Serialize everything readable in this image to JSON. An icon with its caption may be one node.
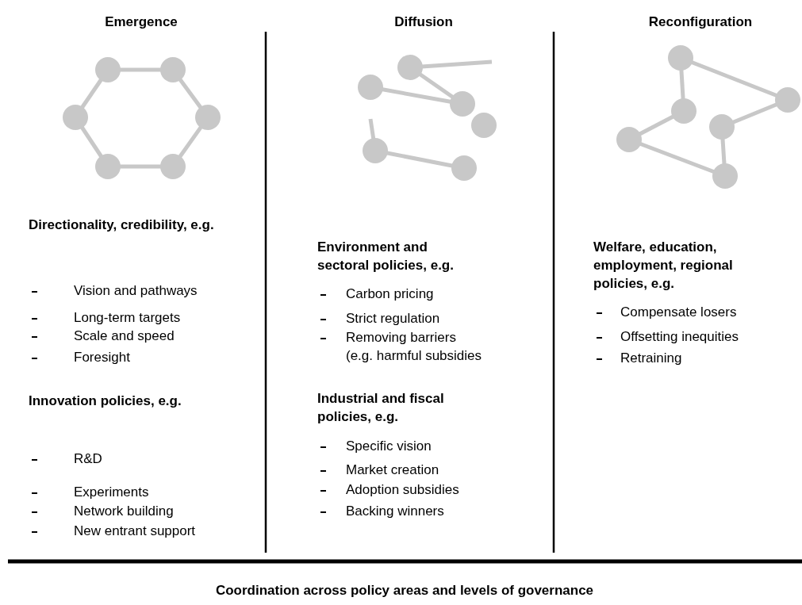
{
  "diagram": {
    "labels": [
      "Emergence",
      "Diffusion",
      "Reconfiguration",
      "Directionality, credibility, e.g.",
      "Vision and pathways",
      "Long-term targets",
      "Scale and speed",
      "Foresight",
      "Innovation policies, e.g.",
      "R&D",
      "Experiments",
      "Network building",
      "New entrant support",
      "Environment and sectoral policies, e.g.",
      "Carbon pricing",
      "Strict regulation",
      "Removing barriers (e.g. harmful subsidies",
      "Industrial and fiscal policies, e.g.",
      "Specific vision",
      "Market creation",
      "Adoption subsidies",
      "Backing winners",
      "Welfare, education, employment, regional policies, e.g.",
      "Compensate losers",
      "Offsetting inequities",
      "Retraining",
      "Coordination across policy areas and levels of governance"
    ]
  }
}
